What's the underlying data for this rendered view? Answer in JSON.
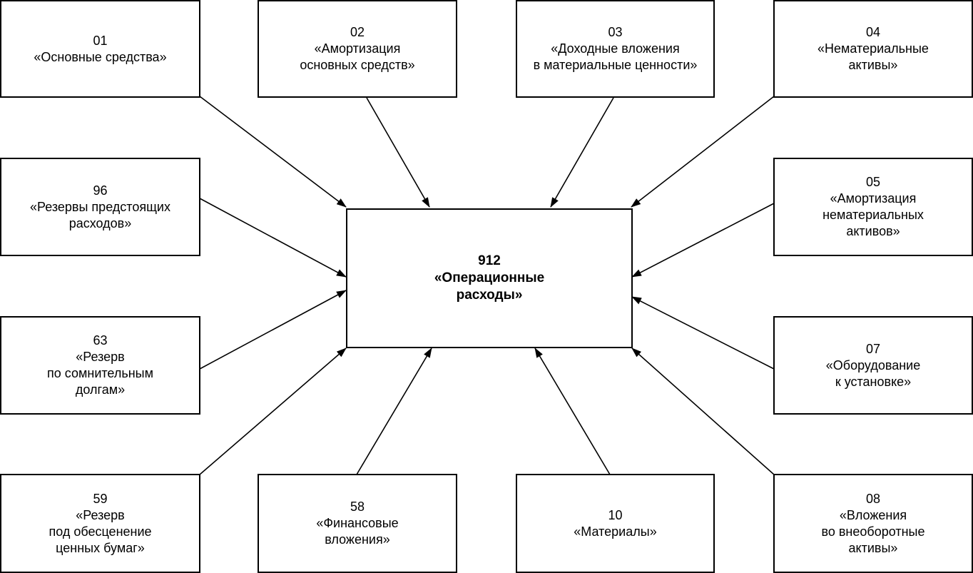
{
  "center": {
    "lines": [
      "912",
      "«Операционные",
      "расходы»"
    ]
  },
  "boxes": [
    {
      "id": "01",
      "lines": [
        "01",
        "«Основные средства»"
      ]
    },
    {
      "id": "02",
      "lines": [
        "02",
        "«Амортизация",
        "основных средств»"
      ]
    },
    {
      "id": "03",
      "lines": [
        "03",
        "«Доходные вложения",
        "в материальные ценности»"
      ]
    },
    {
      "id": "04",
      "lines": [
        "04",
        "«Нематериальные",
        "активы»"
      ]
    },
    {
      "id": "96",
      "lines": [
        "96",
        "«Резервы предстоящих",
        "расходов»"
      ]
    },
    {
      "id": "05",
      "lines": [
        "05",
        "«Амортизация",
        "нематериальных",
        "активов»"
      ]
    },
    {
      "id": "63",
      "lines": [
        "63",
        "«Резерв",
        "по сомнительным",
        "долгам»"
      ]
    },
    {
      "id": "07",
      "lines": [
        "07",
        "«Оборудование",
        "к установке»"
      ]
    },
    {
      "id": "59",
      "lines": [
        "59",
        "«Резерв",
        "под обесценение",
        "ценных бумаг»"
      ]
    },
    {
      "id": "58",
      "lines": [
        "58",
        "«Финансовые",
        "вложения»"
      ]
    },
    {
      "id": "10",
      "lines": [
        "10",
        "«Материалы»"
      ]
    },
    {
      "id": "08",
      "lines": [
        "08",
        "«Вложения",
        "во внеоборотные",
        "активы»"
      ]
    }
  ],
  "colors": {
    "stroke": "#000000",
    "background": "#ffffff"
  }
}
